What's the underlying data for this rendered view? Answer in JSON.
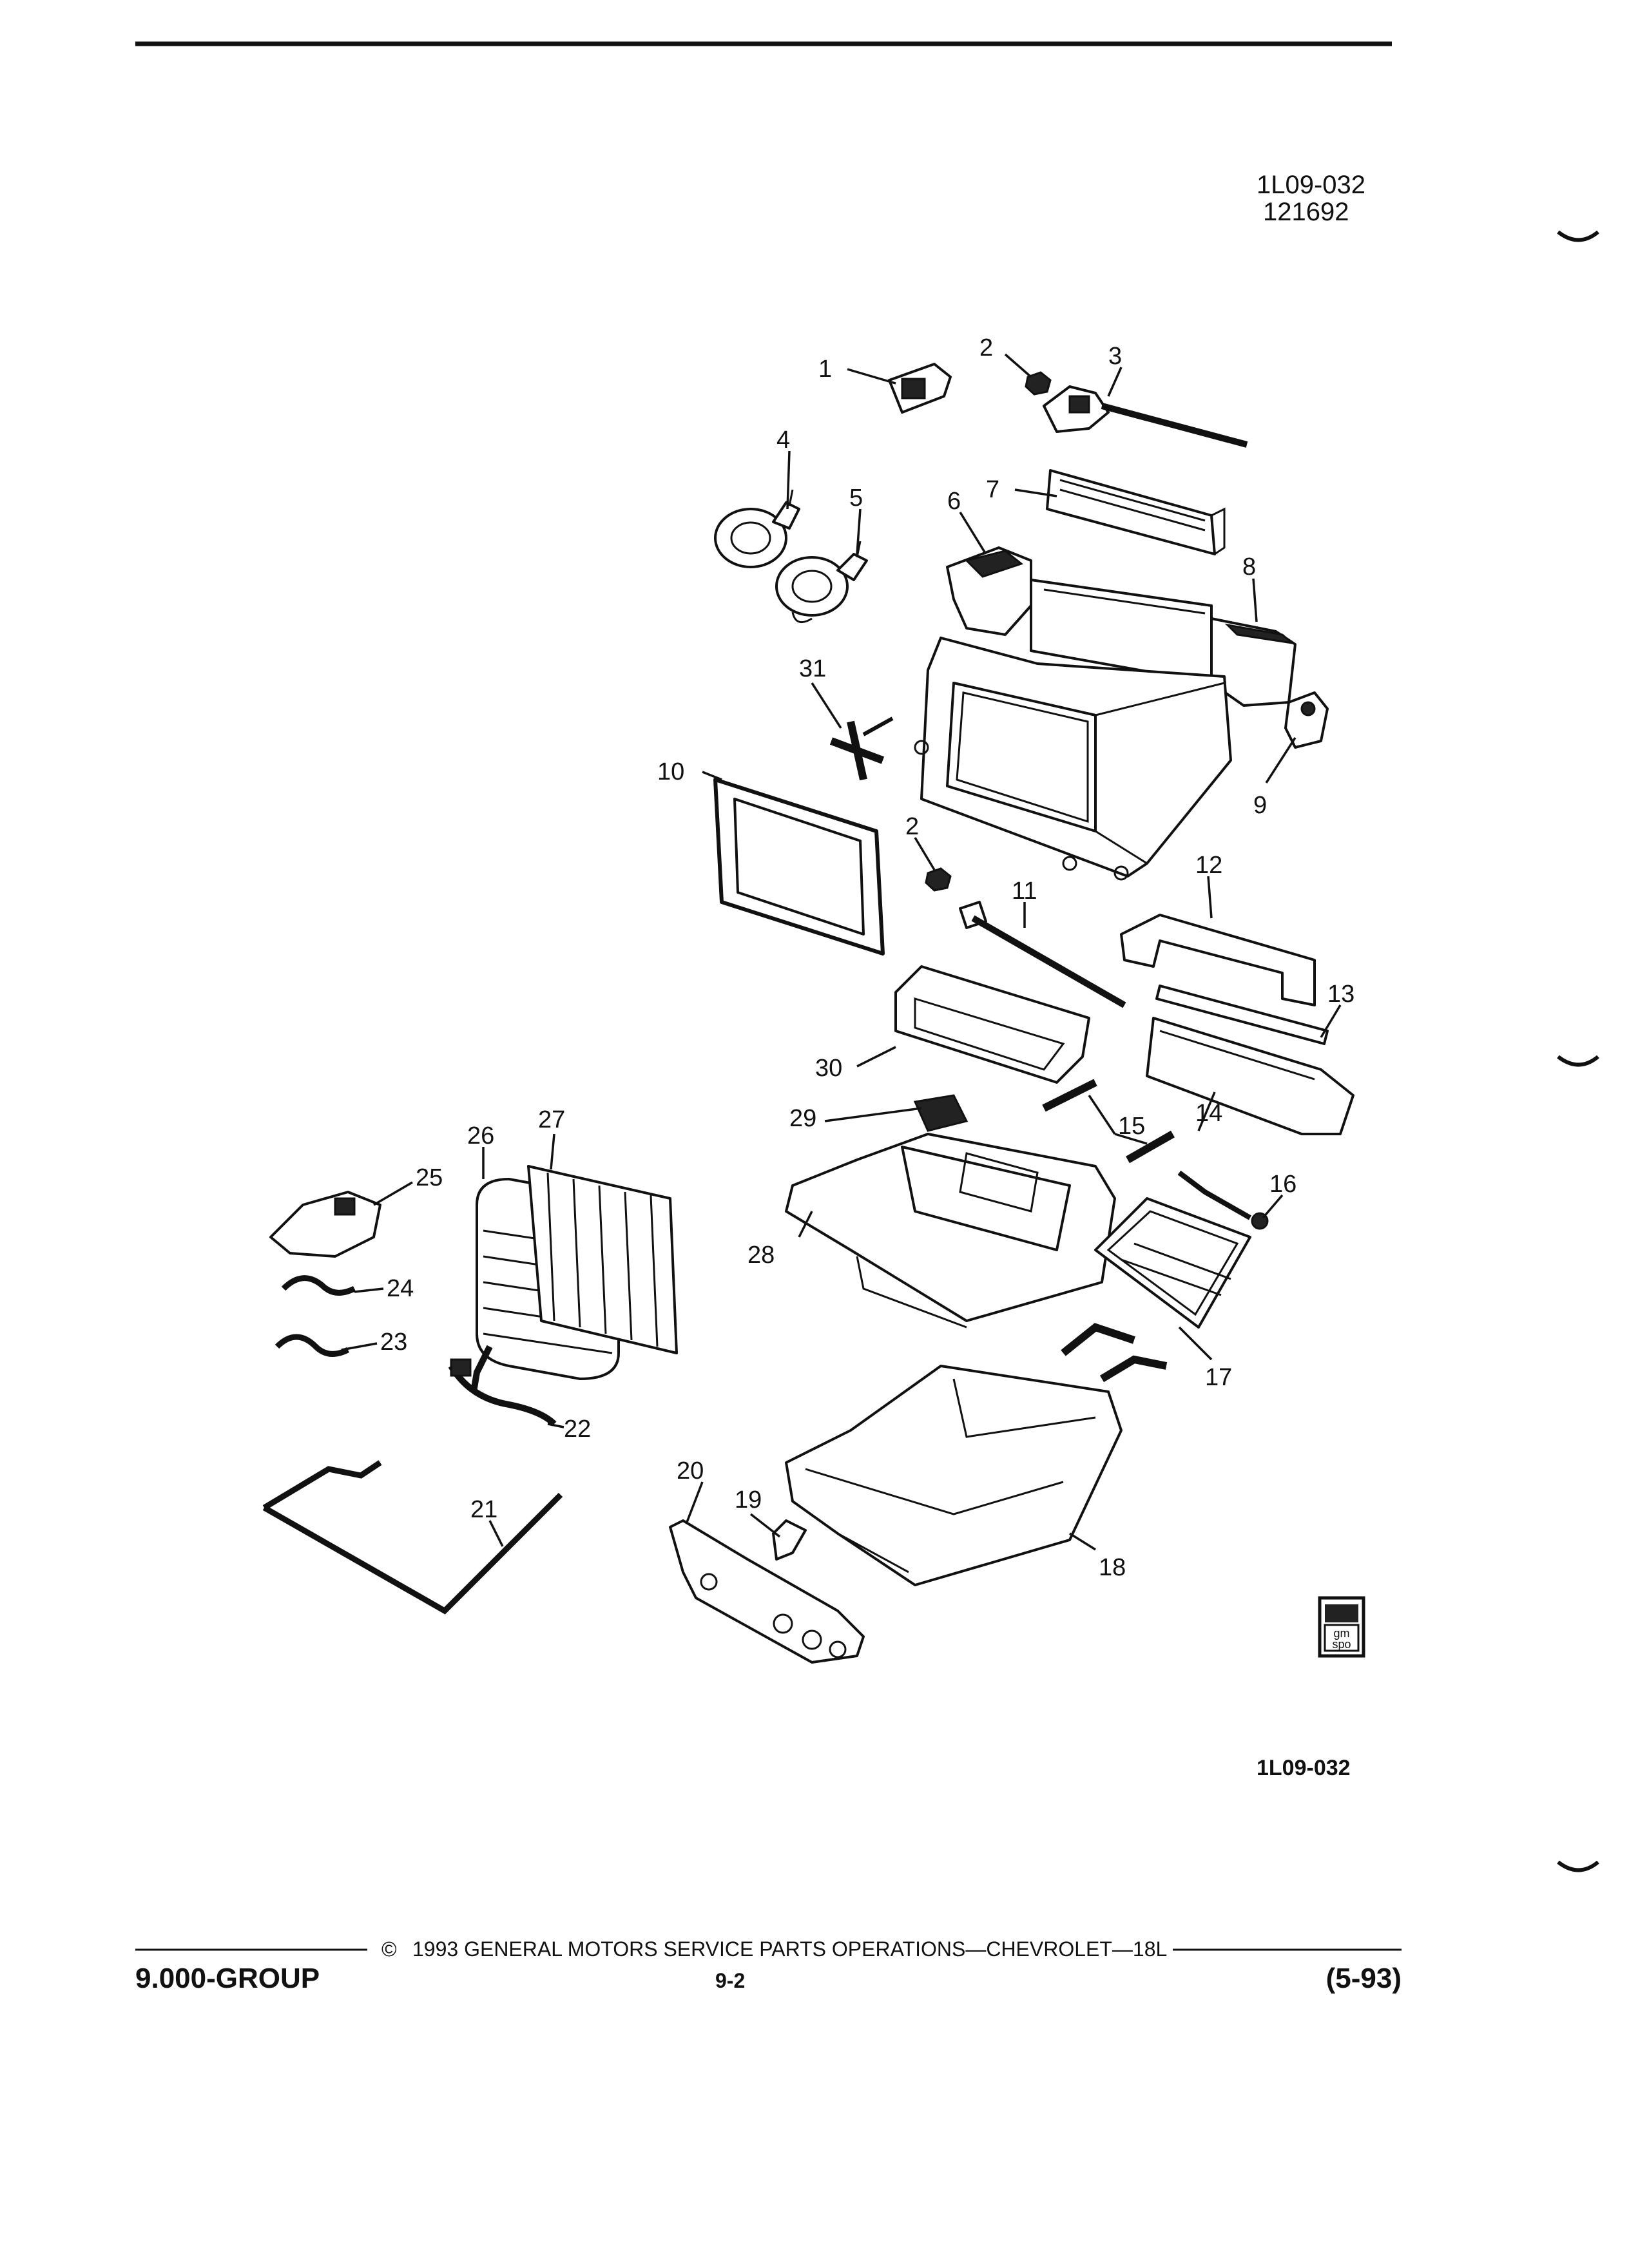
{
  "header": {
    "figure_id": "1L09-032",
    "date_code": "121692"
  },
  "callouts": [
    "1",
    "2",
    "3",
    "4",
    "5",
    "6",
    "7",
    "8",
    "9",
    "10",
    "11",
    "12",
    "13",
    "14",
    "15",
    "16",
    "17",
    "18",
    "19",
    "20",
    "21",
    "22",
    "23",
    "24",
    "25",
    "26",
    "27",
    "28",
    "29",
    "30",
    "31",
    "2"
  ],
  "logo": {
    "text_top": "gm",
    "text_bottom": "spo"
  },
  "figure_ref": "1L09-032",
  "footer": {
    "copyright_symbol": "©",
    "copyright": "1993  GENERAL MOTORS SERVICE PARTS OPERATIONS—CHEVROLET—18L",
    "group": "9.000-GROUP",
    "page": "9-2",
    "revision": "(5-93)"
  }
}
